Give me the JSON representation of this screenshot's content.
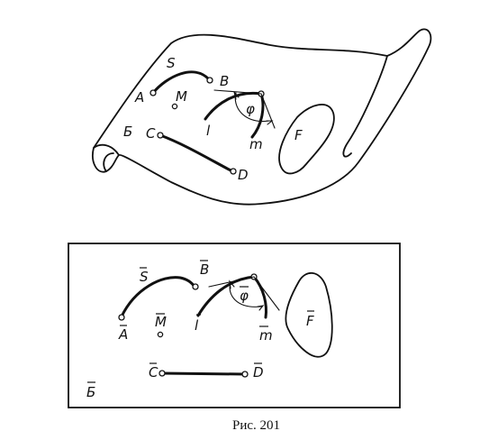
{
  "surface": {
    "labels": {
      "S": "S",
      "A": "A",
      "B": "B",
      "M": "M",
      "phi": "φ",
      "l": "l",
      "m": "m",
      "F": "F",
      "surface": "Б",
      "C": "C",
      "D": "D"
    }
  },
  "development": {
    "labels": {
      "S": "S",
      "A": "A",
      "B": "B",
      "M": "M",
      "phi": "φ",
      "l": "l",
      "m": "m",
      "F": "F",
      "surface": "Б",
      "C": "C",
      "D": "D"
    }
  },
  "caption": "Рис. 201"
}
